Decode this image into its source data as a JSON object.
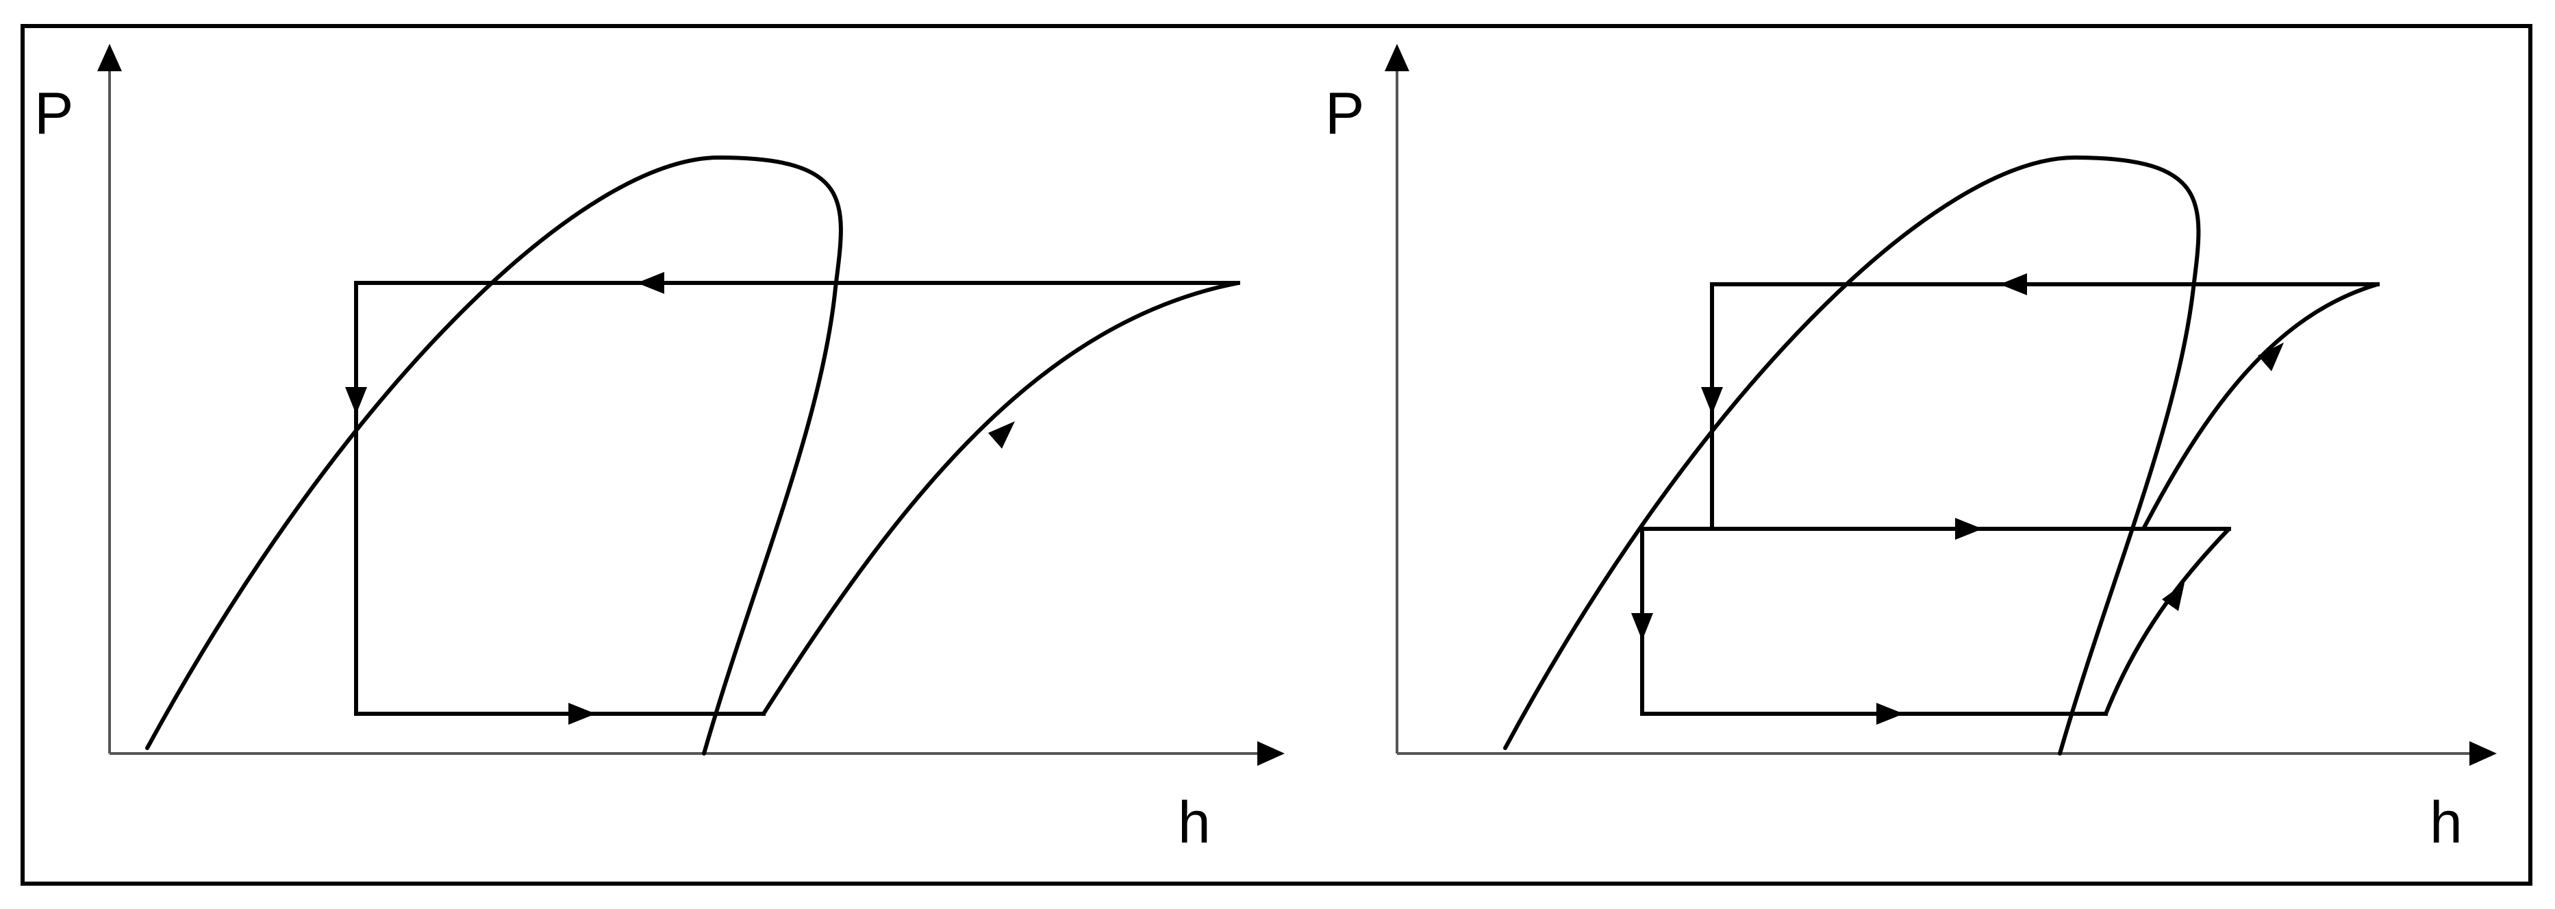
{
  "panels": [
    {
      "y_axis_label": "P",
      "x_axis_label": "h"
    },
    {
      "y_axis_label": "P",
      "x_axis_label": "h"
    }
  ],
  "colors": {
    "line": "#000000",
    "axis": "#555555",
    "background": "#ffffff"
  }
}
